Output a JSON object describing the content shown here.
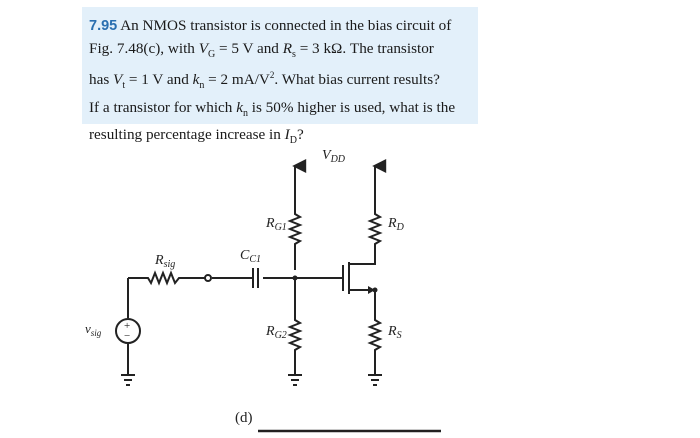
{
  "problem": {
    "number": "7.95",
    "line1_pre": " An NMOS transistor is connected in the bias circuit of",
    "line2_a": "Fig. 7.48(c), with ",
    "line2_var_VG": "V",
    "line2_sub_G": "G",
    "line2_b": " = 5 V and ",
    "line2_var_Rs": "R",
    "line2_sub_s": "s",
    "line2_c": " = 3 kΩ. The transistor",
    "line3_a": "has ",
    "line3_var_Vt": "V",
    "line3_sub_t": "t",
    "line3_b": " = 1 V and ",
    "line3_var_kn": "k",
    "line3_sub_n": "n",
    "line3_c": " = 2 mA/V",
    "line3_sup": "2",
    "line3_d": ". What bias current results?",
    "line4_a": "If a transistor for which ",
    "line4_var_kn": "k",
    "line4_sub_n": "n",
    "line4_b": " is 50% higher is used, what is the",
    "line5_a": "resulting percentage increase in ",
    "line5_var_ID": "I",
    "line5_sub_D": "D",
    "line5_b": "?"
  },
  "circuit": {
    "vdd_main": "V",
    "vdd_sub": "DD",
    "rg1_main": "R",
    "rg1_sub": "G1",
    "rd_main": "R",
    "rd_sub": "D",
    "cc1_main": "C",
    "cc1_sub": "C1",
    "rsig_main": "R",
    "rsig_sub": "sig",
    "vsig_main": "v",
    "vsig_sub": "sig",
    "rg2_main": "R",
    "rg2_sub": "G2",
    "rs_main": "R",
    "rs_sub": "S",
    "source_plus": "+",
    "source_minus": "−",
    "figure_label": "(d)"
  },
  "colors": {
    "box_background": "#e3f0fa",
    "problem_number": "#2a6fb0"
  }
}
